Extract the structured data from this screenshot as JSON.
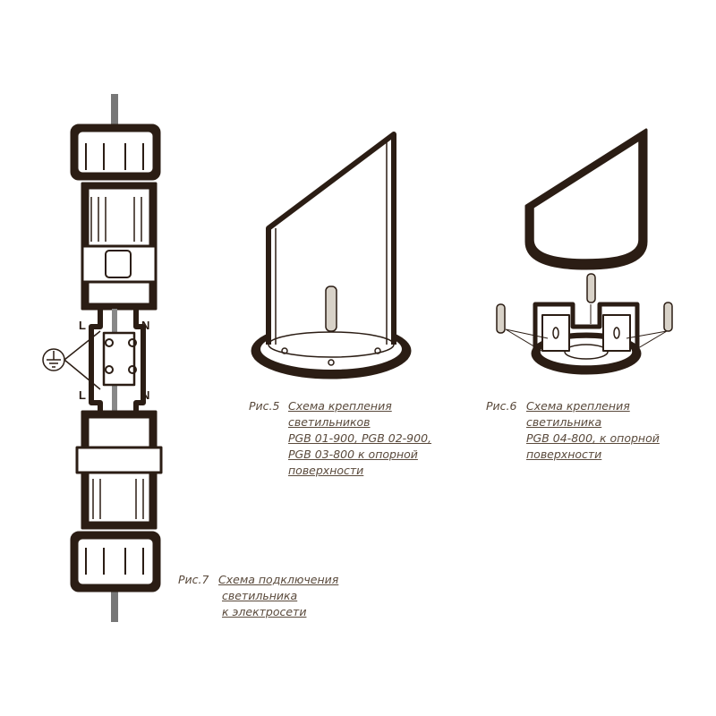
{
  "colors": {
    "ink": "#2b1d14",
    "caption": "#5a4a3c",
    "fill": "#ffffff"
  },
  "figures": [
    {
      "number": "Рис.5",
      "lines": [
        "Схема крепления",
        "светильников",
        "PGB 01-900, PGB 02-900,",
        "PGB 03-800 к опорной",
        "поверхности"
      ]
    },
    {
      "number": "Рис.6",
      "lines": [
        "Схема крепления",
        "светильника",
        "PGB 04-800, к опорной",
        "поверхности"
      ]
    },
    {
      "number": "Рис.7",
      "lines": [
        "Схема подключения",
        "светильника",
        "к электросети"
      ]
    }
  ],
  "terminal_labels": {
    "l_top": "L",
    "n_top": "N",
    "l_bottom": "L",
    "n_bottom": "N"
  },
  "icons": [
    "ground-symbol-icon",
    "anchor-bolt-icon"
  ]
}
